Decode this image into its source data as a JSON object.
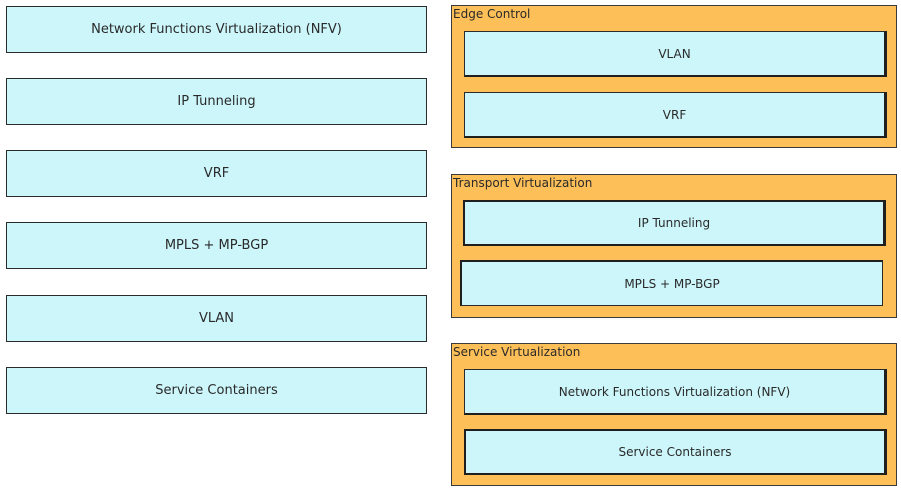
{
  "source_items": [
    {
      "label": "Network Functions Virtualization (NFV)"
    },
    {
      "label": "IP Tunneling"
    },
    {
      "label": "VRF"
    },
    {
      "label": "MPLS + MP-BGP"
    },
    {
      "label": "VLAN"
    },
    {
      "label": "Service Containers"
    }
  ],
  "groups": [
    {
      "title": "Edge Control",
      "slots": [
        {
          "label": "VLAN"
        },
        {
          "label": "VRF"
        }
      ]
    },
    {
      "title": "Transport Virtualization",
      "slots": [
        {
          "label": "IP Tunneling"
        },
        {
          "label": "MPLS + MP-BGP"
        }
      ]
    },
    {
      "title": "Service Virtualization",
      "slots": [
        {
          "label": "Network Functions Virtualization (NFV)"
        },
        {
          "label": "Service Containers"
        }
      ]
    }
  ],
  "colors": {
    "item_fill": "#ccf6fa",
    "group_fill": "#fdbf57",
    "border": "#2b2b2b",
    "text": "#2a2a2a"
  }
}
